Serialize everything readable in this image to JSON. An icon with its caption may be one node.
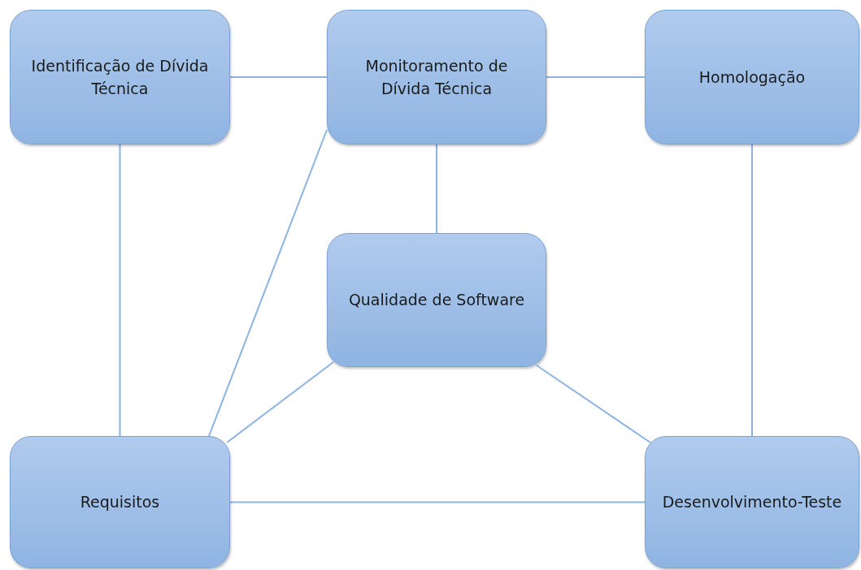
{
  "diagram": {
    "nodes": [
      {
        "text": [
          "Identificação de Dívida Técnica"
        ]
      },
      {
        "text": [
          "Monitoramento de Dívida Técnica"
        ]
      },
      {
        "text": [
          "Homologação"
        ]
      },
      {
        "text": [
          "Qualidade de Software"
        ]
      },
      {
        "text": [
          "Requisitos"
        ]
      },
      {
        "text": [
          "Desenvolvimento-Teste"
        ]
      }
    ],
    "edges": [
      {
        "from": 0,
        "to": 1,
        "arrow": "none"
      },
      {
        "from": 1,
        "to": 2,
        "arrow": "none"
      },
      {
        "from": 0,
        "to": 4,
        "arrow": "none"
      },
      {
        "from": 1,
        "to": 3,
        "arrow": "none"
      },
      {
        "from": 2,
        "to": 5,
        "arrow": "none"
      },
      {
        "from": 4,
        "to": 1,
        "arrow": "none"
      },
      {
        "from": 4,
        "to": 3,
        "arrow": "none"
      },
      {
        "from": 3,
        "to": 5,
        "arrow": "none"
      },
      {
        "from": 4,
        "to": 5,
        "arrow": "none"
      }
    ]
  }
}
